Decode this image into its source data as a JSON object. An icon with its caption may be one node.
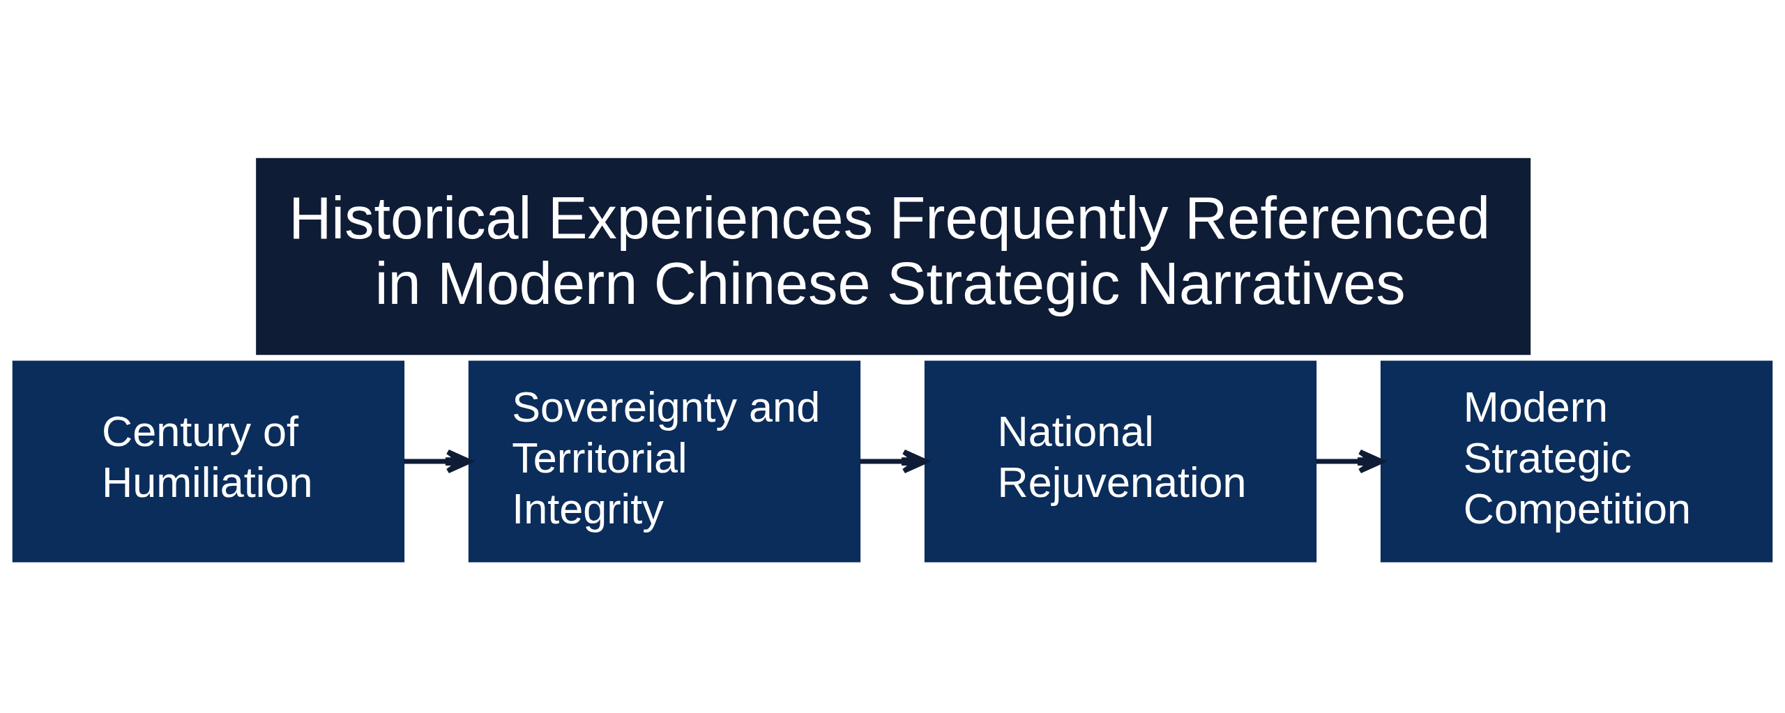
{
  "diagram": {
    "title": "Historical Experiences Frequently Referenced in Modern Chinese Strategic Narratives",
    "nodes": [
      {
        "text": [
          "Century of Humiliation"
        ]
      },
      {
        "text": [
          "Sovereignty and Territorial Integrity"
        ]
      },
      {
        "text": [
          "National Rejuvenation"
        ]
      },
      {
        "text": [
          "Modern Strategic Competition"
        ]
      }
    ],
    "edges": [
      {
        "from": 0,
        "to": 1,
        "arrow": "to"
      },
      {
        "from": 1,
        "to": 2,
        "arrow": "to"
      },
      {
        "from": 2,
        "to": 3,
        "arrow": "to"
      }
    ]
  }
}
